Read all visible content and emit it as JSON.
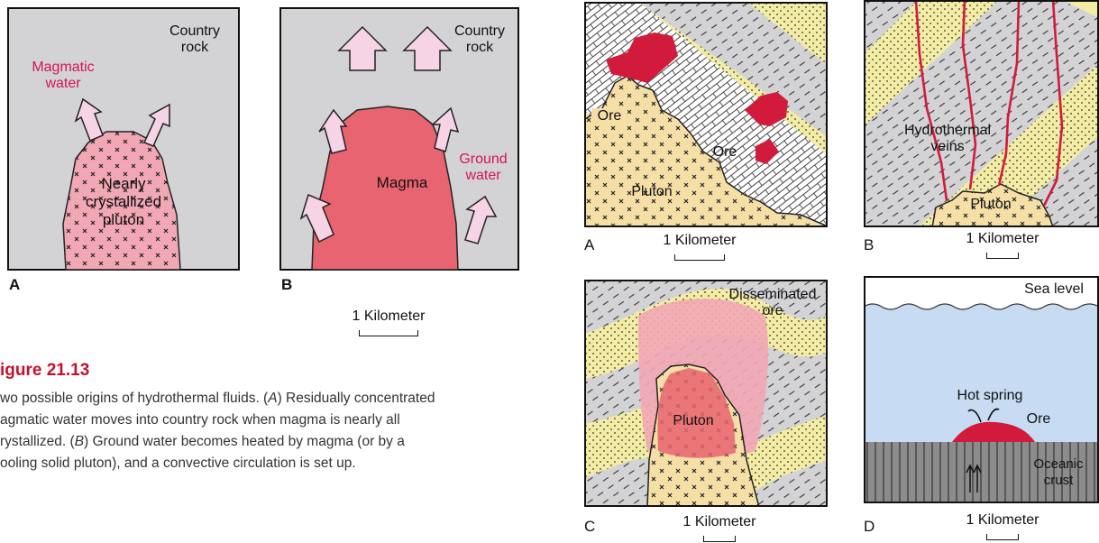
{
  "figure_left": {
    "panel_a": {
      "letter": "A",
      "country_rock": "Country\nrock",
      "magmatic_water": "Magmatic\nwater",
      "pluton": "Nearly\ncrystallized\npluton"
    },
    "panel_b": {
      "letter": "B",
      "country_rock": "Country\nrock",
      "magma": "Magma",
      "ground_water": "Ground\nwater"
    },
    "scale": "1 Kilometer",
    "title": "igure 21.13",
    "caption": {
      "line1_pre": "wo possible origins of hydrothermal fluids. (",
      "line1_a": "A",
      "line1_post": ") Residually concentrated",
      "line2": "agmatic water moves into country rock when magma is nearly all",
      "line3_pre": "rystallized. (",
      "line3_b": "B",
      "line3_post": ") Ground water becomes heated by magma (or by a",
      "line4": "ooling solid pluton), and a convective circulation is set up."
    }
  },
  "figure_right": {
    "panel_a": {
      "letter": "A",
      "ore1": "Ore",
      "ore2": "Ore",
      "pluton": "Pluton",
      "scale": "1 Kilometer"
    },
    "panel_b": {
      "letter": "B",
      "veins": "Hydrothermal\nveins",
      "pluton": "Pluton",
      "scale": "1 Kilometer"
    },
    "panel_c": {
      "letter": "C",
      "ore": "Disseminated\nore",
      "pluton": "Pluton",
      "scale": "1 Kilometer"
    },
    "panel_d": {
      "letter": "D",
      "sea_level": "Sea level",
      "hot_spring": "Hot spring",
      "ore": "Ore",
      "crust": "Oceanic\ncrust",
      "scale": "1 Kilometer"
    }
  },
  "colors": {
    "country_rock": "#d3d3d6",
    "pluton_pink": "#f2a7b5",
    "magma_red": "#e86470",
    "pluton_tan": "#f5dfa6",
    "sandstone": "#f2eca4",
    "ore_red": "#d21a3c",
    "water_blue": "#c7dcf2",
    "crust_gray": "#8c8c8c",
    "label_red": "#d4145a"
  }
}
